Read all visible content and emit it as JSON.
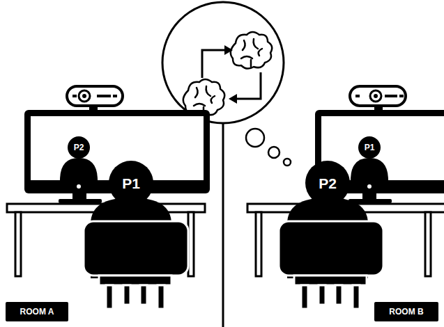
{
  "diagram": {
    "nodes": [
      {
        "text": [
          "P2"
        ]
      },
      {
        "text": [
          "P1"
        ]
      },
      {
        "text": [
          "P1"
        ]
      },
      {
        "text": [
          "P2"
        ]
      },
      {
        "text": [
          "ROOM A"
        ]
      },
      {
        "text": [
          "ROOM B"
        ]
      }
    ]
  }
}
